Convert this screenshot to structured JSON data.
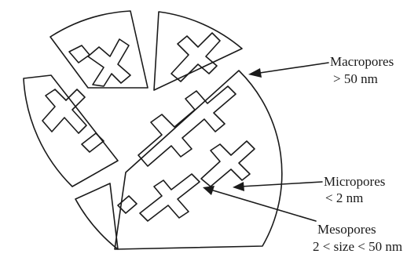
{
  "labels": {
    "macropores": {
      "name": "Macropores",
      "size": "> 50 nm"
    },
    "micropores": {
      "name": "Micropores",
      "size": "< 2 nm"
    },
    "mesopores": {
      "name": "Mesopores",
      "size": "2 < size < 50 nm"
    }
  },
  "colors": {
    "ink": "#1a1a1a",
    "background": "#ffffff"
  }
}
